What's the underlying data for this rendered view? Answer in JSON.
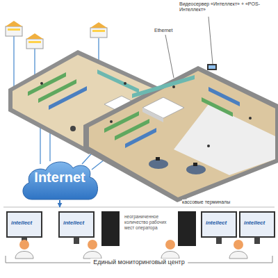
{
  "diagram": {
    "nodes": [
      {
        "text": [
          "Internet"
        ]
      },
      {
        "text": [
          "Единый мониторинговый центр",
          "неограниченное количество рабочих мест оператора"
        ]
      }
    ],
    "edges": [
      {
        "from": 0,
        "to": 1,
        "arrow": "to"
      }
    ],
    "labels": [
      "Видеосервер «Интеллект» + «POS-Интеллект»",
      "Ethernet",
      "кассовые терминалы",
      "intellect",
      "intellect",
      "intellect",
      "intellect"
    ]
  }
}
